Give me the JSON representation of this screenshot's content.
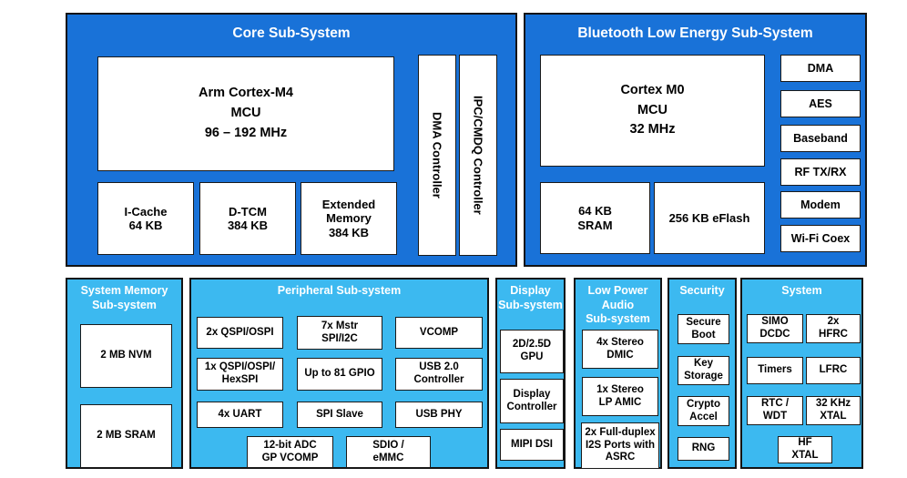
{
  "colors": {
    "dark_blue": "#1972d8",
    "light_blue": "#3cb9f0",
    "border": "#141414",
    "title_text": "#ffffff",
    "block_text": "#000000"
  },
  "core": {
    "title": "Core Sub-System",
    "cpu": "Arm Cortex-M4\nMCU\n96 – 192 MHz",
    "mem": [
      "I-Cache\n64 KB",
      "D-TCM\n384 KB",
      "Extended\nMemory\n384 KB"
    ],
    "vertical": [
      "DMA Controller",
      "IPC/CMDQ Controller"
    ]
  },
  "ble": {
    "title": "Bluetooth Low Energy Sub-System",
    "cpu": "Cortex M0\nMCU\n32 MHz",
    "mem": [
      "64 KB\nSRAM",
      "256 KB eFlash"
    ],
    "side": [
      "DMA",
      "AES",
      "Baseband",
      "RF TX/RX",
      "Modem",
      "Wi-Fi Coex"
    ]
  },
  "sysmem": {
    "title": "System Memory\nSub-system",
    "blocks": [
      "2 MB NVM",
      "2 MB SRAM"
    ]
  },
  "peripheral": {
    "title": "Peripheral Sub-system",
    "grid": [
      "2x QSPI/OSPI",
      "7x Mstr\nSPI/I2C",
      "VCOMP",
      "1x QSPI/OSPI/\nHexSPI",
      "Up to 81 GPIO",
      "USB 2.0\nController",
      "4x UART",
      "SPI Slave",
      "USB PHY",
      "12-bit ADC\nGP VCOMP",
      "SDIO /\neMMC"
    ]
  },
  "display": {
    "title": "Display\nSub-system",
    "blocks": [
      "2D/2.5D\nGPU",
      "Display\nController",
      "MIPI DSI"
    ]
  },
  "audio": {
    "title": "Low Power\nAudio\nSub-system",
    "blocks": [
      "4x Stereo\nDMIC",
      "1x Stereo\nLP AMIC",
      "2x Full-duplex\nI2S Ports with\nASRC"
    ]
  },
  "security": {
    "title": "Security",
    "blocks": [
      "Secure\nBoot",
      "Key\nStorage",
      "Crypto\nAccel",
      "RNG"
    ]
  },
  "system": {
    "title": "System",
    "blocks": [
      "SIMO\nDCDC",
      "2x\nHFRC",
      "Timers",
      "LFRC",
      "RTC /\nWDT",
      "32 KHz\nXTAL",
      "HF\nXTAL"
    ]
  }
}
